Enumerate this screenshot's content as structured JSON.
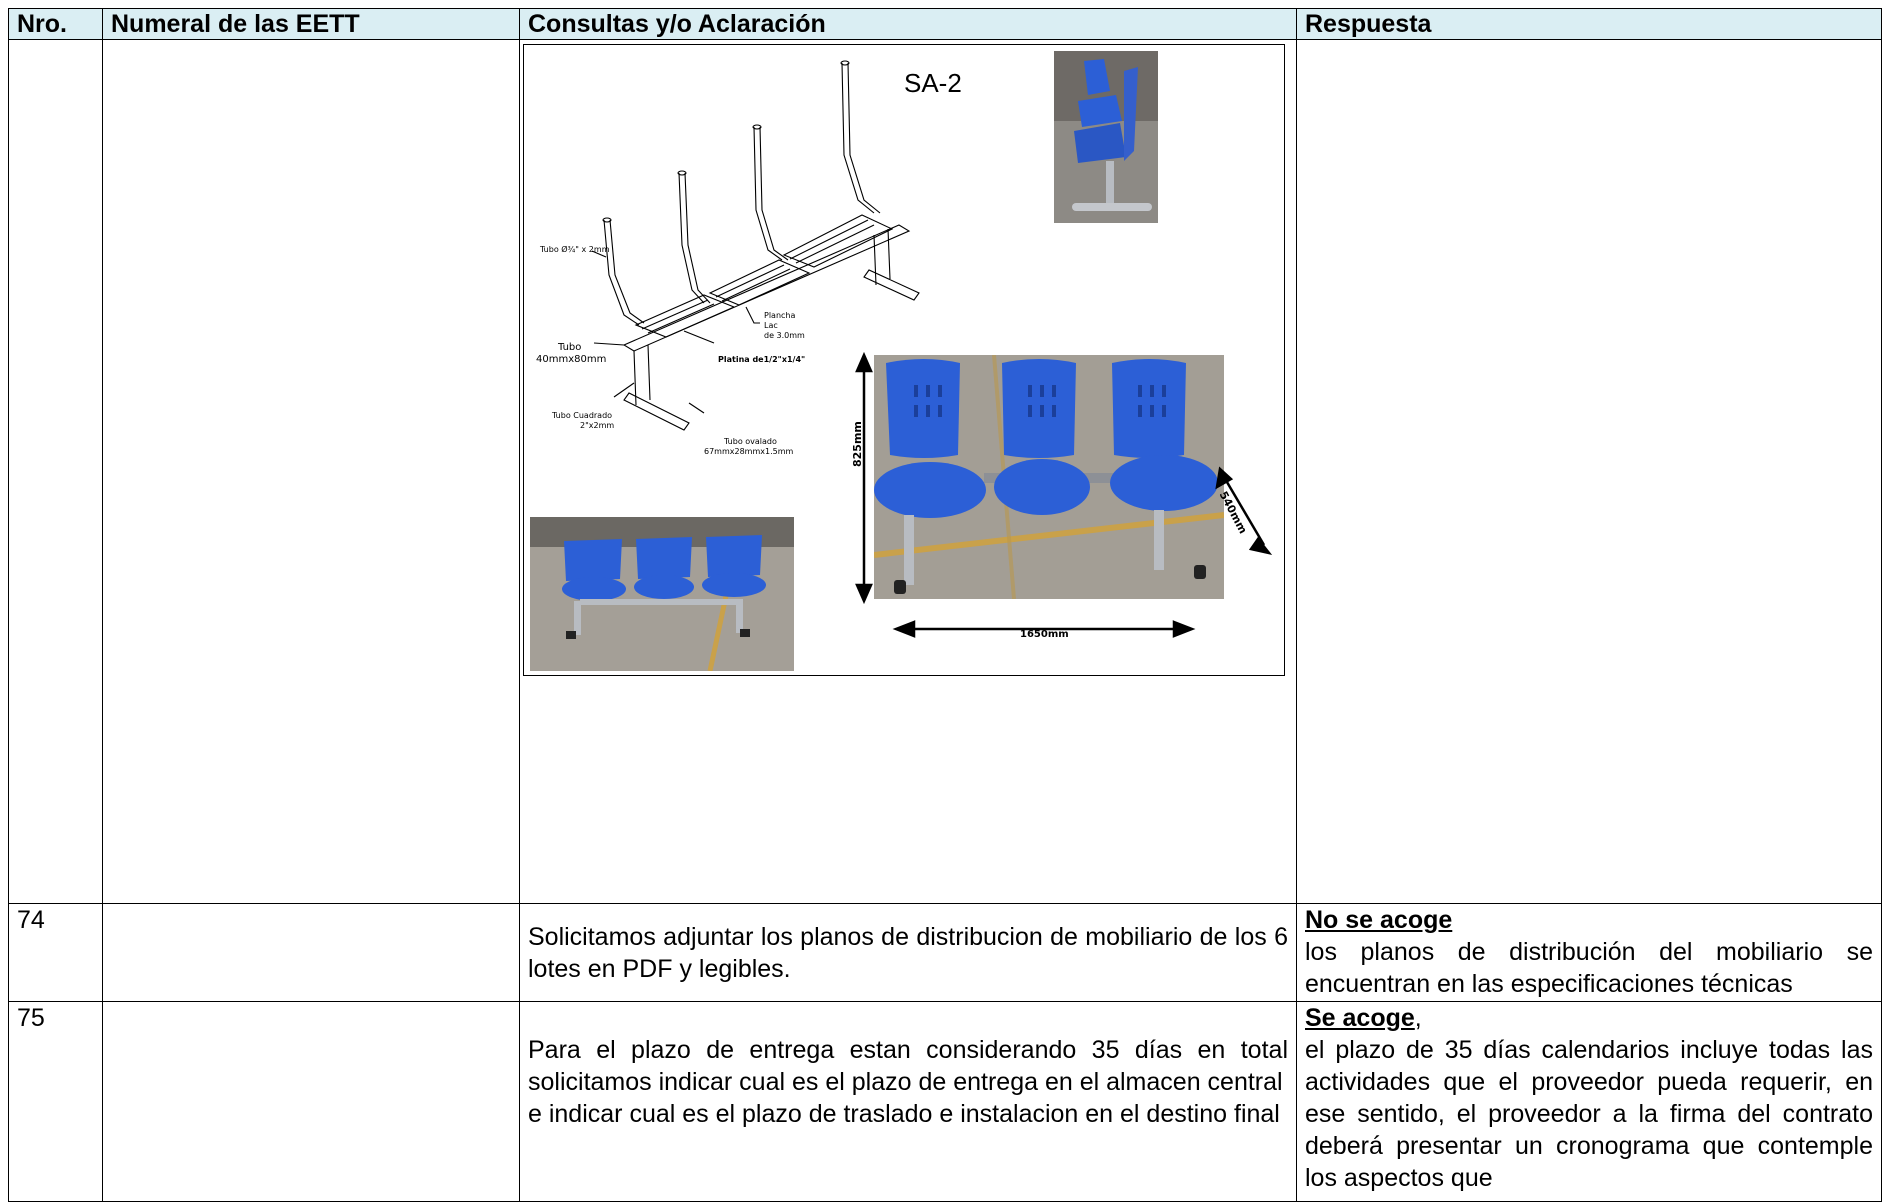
{
  "headers": {
    "nro": "Nro.",
    "numeral": "Numeral de las EETT",
    "consultas": "Consultas y/o Aclaración",
    "respuesta": "Respuesta"
  },
  "figure": {
    "code": "SA-2",
    "drawing_labels": {
      "tubo_top": "Tubo Ø¾\" x 2mm",
      "plancha": "Plancha",
      "lac": "Lac",
      "de30": "de 3.0mm",
      "tubo": "Tubo",
      "tubo_size": "40mmx80mm",
      "platina": "Platina de1/2\"x1/4\"",
      "tubo_cuadrado": "Tubo Cuadrado",
      "cuadrado_size": "2\"x2mm",
      "tubo_ovalado": "Tubo ovalado",
      "ovalado_size": "67mmx28mmx1.5mm"
    },
    "dimensions": {
      "height": "825mm",
      "depth": "540mm",
      "width": "1650mm"
    },
    "colors": {
      "seat_blue": "#2c5fd6",
      "frame_gray": "#b8bcc2",
      "floor": "#9e9a93"
    }
  },
  "rows": [
    {
      "nro": "74",
      "numeral": "",
      "consulta": "Solicitamos adjuntar los planos de distribucion de mobiliario de los 6 lotes en PDF y legibles.",
      "respuesta_head": "No se acoge",
      "respuesta_tail": "",
      "respuesta_body": "los planos de distribución del mobiliario se encuentran en las especificaciones técnicas"
    },
    {
      "nro": "75",
      "numeral": "",
      "consulta_1": "Para el plazo de entrega estan considerando 35 días en total solicitamos indicar cual es el plazo de entrega en el almacen central",
      "consulta_2": "e indicar cual es el plazo de traslado e instalacion en el destino final",
      "respuesta_head": "Se acoge",
      "respuesta_tail": ",",
      "respuesta_body": "el plazo de 35 días calendarios incluye todas las actividades que el proveedor pueda requerir, en ese sentido, el proveedor a la firma del contrato deberá presentar un cronograma que contemple los aspectos que"
    }
  ]
}
